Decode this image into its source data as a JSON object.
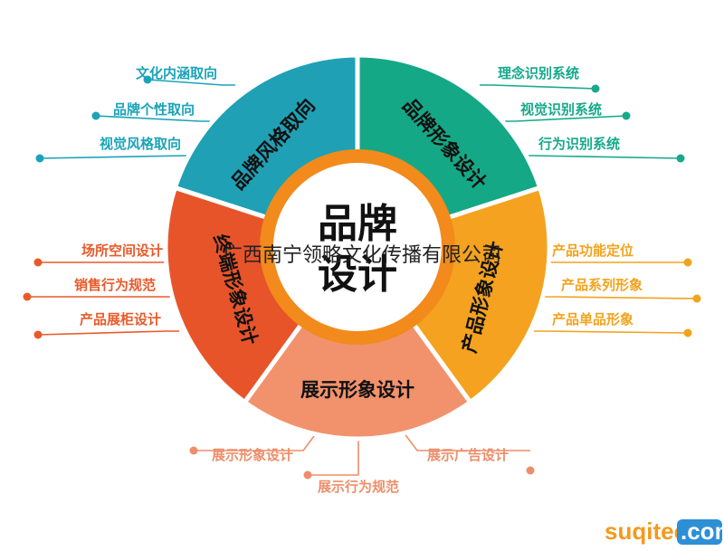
{
  "center": {
    "line1": "品牌",
    "line2": "设计"
  },
  "segments": [
    {
      "id": "style",
      "label": "品牌风格取向",
      "color": "#1fa0b5"
    },
    {
      "id": "image",
      "label": "品牌形象设计",
      "color": "#15a886"
    },
    {
      "id": "product",
      "label": "产品形象设计",
      "color": "#f4a21f"
    },
    {
      "id": "display",
      "label": "展示形象设计",
      "color": "#f1926d"
    },
    {
      "id": "terminal",
      "label": "终端形象设计",
      "color": "#e8542a"
    }
  ],
  "branches": {
    "style": {
      "color": "#1aa3b8",
      "items": [
        "文化内涵取向",
        "品牌个性取向",
        "视觉风格取向"
      ]
    },
    "image": {
      "color": "#16a98a",
      "items": [
        "理念识别系统",
        "视觉识别系统",
        "行为识别系统"
      ]
    },
    "product": {
      "color": "#f2a31e",
      "items": [
        "产品功能定位",
        "产品系列形象",
        "产品单品形象"
      ]
    },
    "terminal": {
      "color": "#e85a2a",
      "items": [
        "场所空间设计",
        "销售行为规范",
        "产品展柜设计"
      ]
    },
    "display": {
      "color": "#ee8e6a",
      "items": [
        "展示形象设计",
        "展示行为规范",
        "展示广告设计"
      ]
    }
  },
  "watermark": "广西南宁领略文化传播有限公司",
  "logo": {
    "part1": "suqitech",
    "part2": ".com",
    "color1": "#f39a1e",
    "color2": "#2d8fd6"
  }
}
